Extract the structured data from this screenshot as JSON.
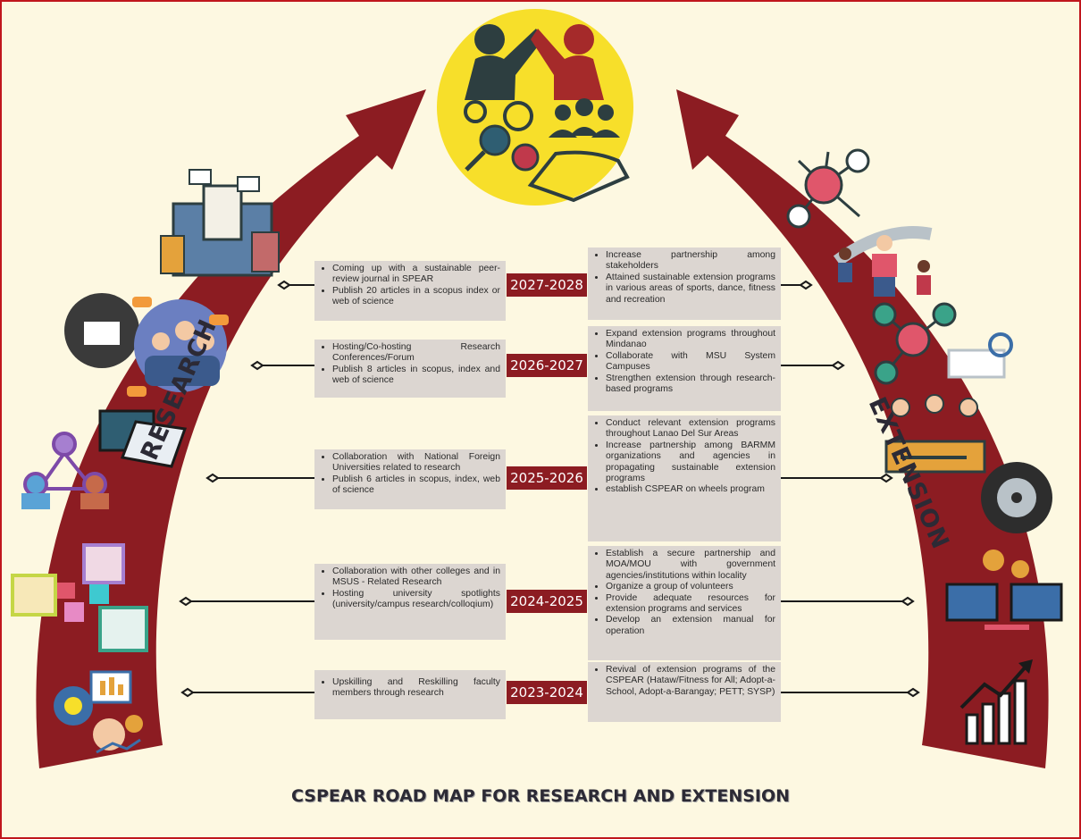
{
  "title": "CSPEAR ROAD MAP FOR RESEARCH AND EXTENSION",
  "labels": {
    "research": "RESEARCH",
    "extension": "EXTENSION"
  },
  "colors": {
    "arc": "#8c1c22",
    "year_box": "#8c1c22",
    "text_box": "#dcd6d1",
    "background": "#fdf8e1",
    "circle": "#f7df2a"
  },
  "icons": {
    "center": "teamwork-collaboration-icon",
    "research": [
      "books-documents-icon",
      "knowledge-sharing-icon",
      "publication-icon",
      "network-people-icon",
      "puzzle-collaboration-icon",
      "skills-training-icon"
    ],
    "extension": [
      "network-hub-icon",
      "sports-fitness-icon",
      "partner-network-icon",
      "partnership-handshake-icon",
      "wheel-icon",
      "online-partnership-icon",
      "growth-chart-icon"
    ]
  },
  "roadmap": [
    {
      "year": "2027-2028",
      "research": [
        "Coming up with a sustainable peer-review journal in SPEAR",
        "Publish 20 articles in a scopus index or web of science"
      ],
      "extension": [
        "Increase partnership among stakeholders",
        "Attained sustainable extension programs in various areas of sports, dance, fitness and recreation"
      ]
    },
    {
      "year": "2026-2027",
      "research": [
        "Hosting/Co-hosting Research Conferences/Forum",
        "Publish 8 articles in scopus, index and web of science"
      ],
      "extension": [
        "Expand extension programs throughout Mindanao",
        "Collaborate with MSU System Campuses",
        "Strengthen extension through research-based programs"
      ]
    },
    {
      "year": "2025-2026",
      "research": [
        "Collaboration with National Foreign Universities related to research",
        "Publish 6 articles in scopus, index, web of science"
      ],
      "extension": [
        "Conduct relevant extension programs throughout Lanao Del Sur Areas",
        "Increase partnership among BARMM organizations and agencies in propagating sustainable extension programs",
        "establish CSPEAR on wheels program"
      ]
    },
    {
      "year": "2024-2025",
      "research": [
        "Collaboration with other colleges and in MSUS - Related Research",
        "Hosting university spotlights (university/campus research/colloqium)"
      ],
      "extension": [
        "Establish a secure partnership and MOA/MOU with government agencies/institutions within locality",
        "Organize a group of volunteers",
        "Provide adequate resources for extension programs and services",
        "Develop an extension manual for operation"
      ]
    },
    {
      "year": "2023-2024",
      "research": [
        "Upskilling and Reskilling faculty members through research"
      ],
      "extension": [
        "Revival of extension programs of the CSPEAR (Hataw/Fitness for All; Adopt-a-School, Adopt-a-Barangay; PETT; SYSP)"
      ]
    }
  ]
}
